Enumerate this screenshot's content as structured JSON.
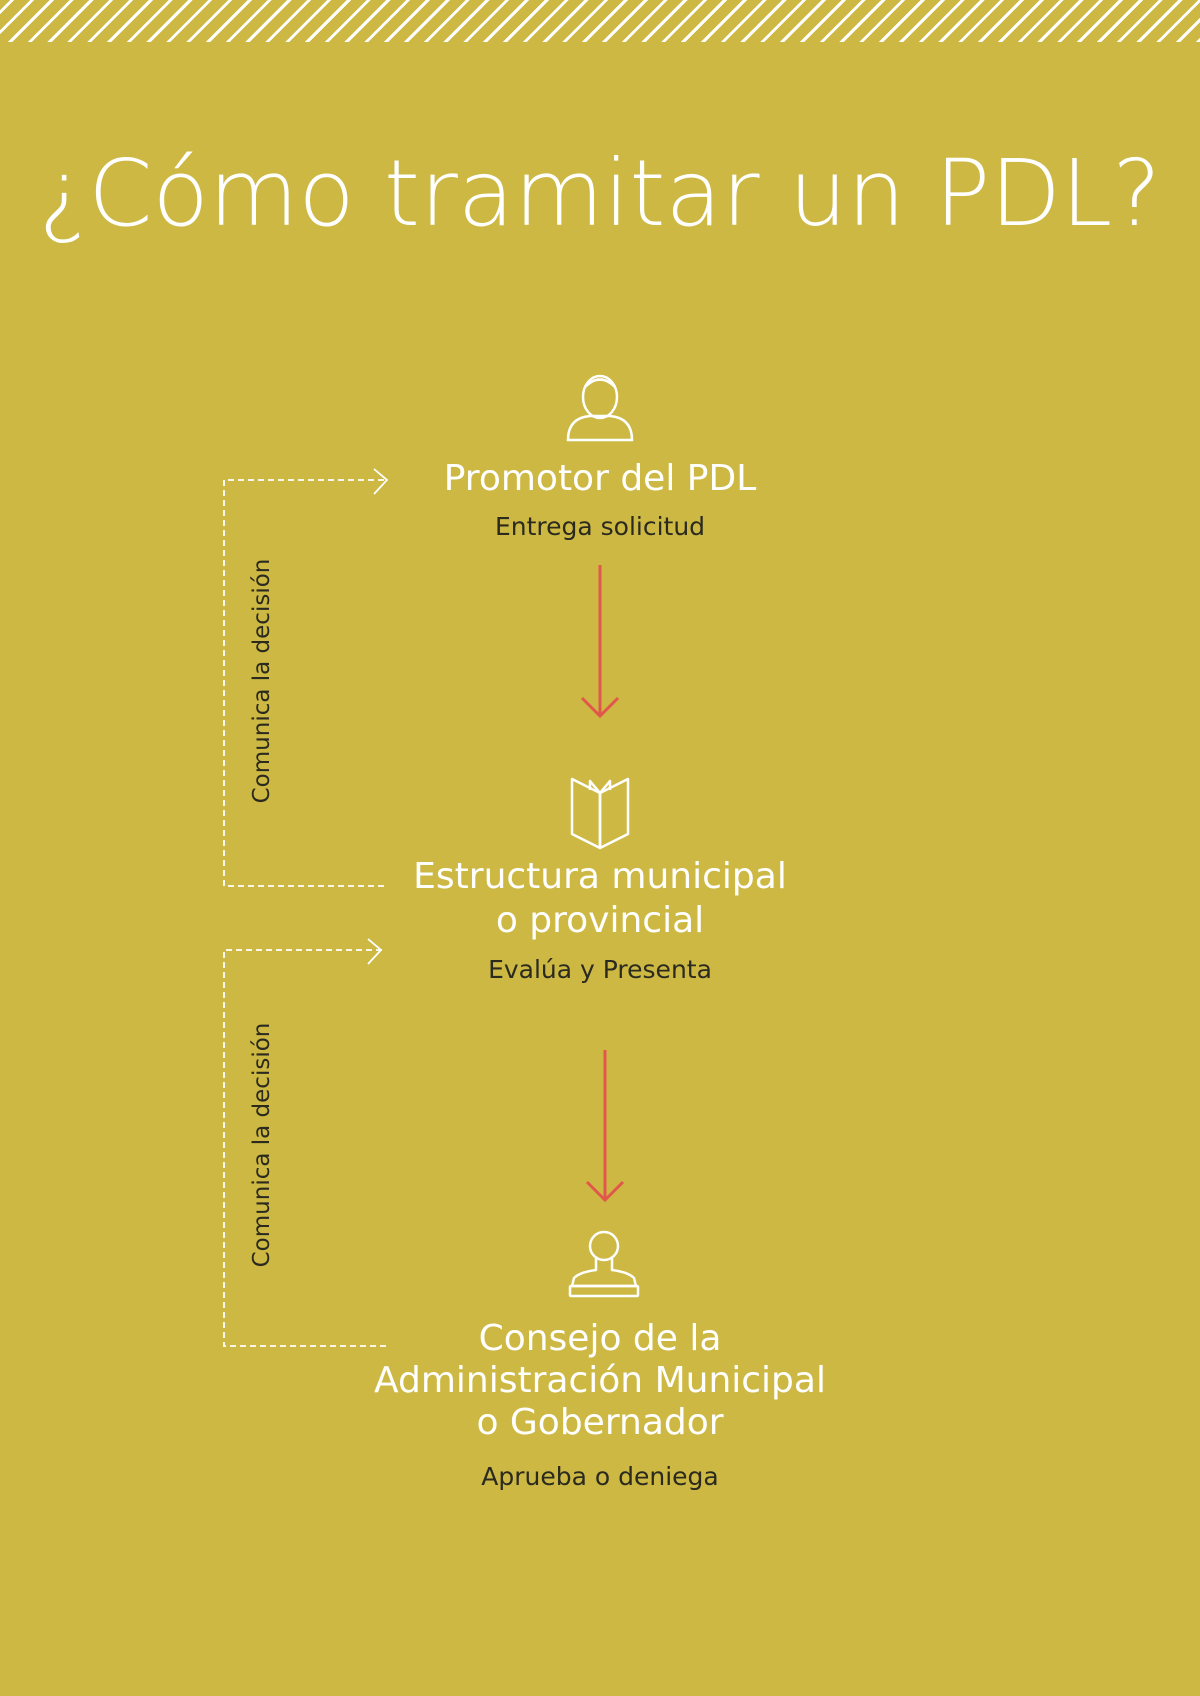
{
  "title": "¿Cómo tramitar un PDL?",
  "steps": [
    {
      "icon": "person-icon",
      "title": "Promotor del PDL",
      "subtitle": "Entrega solicitud"
    },
    {
      "icon": "open-book-icon",
      "title_line1": "Estructura municipal",
      "title_line2": "o provincial",
      "subtitle": "Evalúa y Presenta"
    },
    {
      "icon": "stamp-icon",
      "title_line1": "Consejo de la",
      "title_line2": "Administración Municipal",
      "title_line3": "o Gobernador",
      "subtitle": "Aprueba o deniega"
    }
  ],
  "feedback": [
    {
      "label": "Comunica la decisión"
    },
    {
      "label": "Comunica la decisión"
    }
  ],
  "colors": {
    "background": "#cdb843",
    "text_light": "#ffffff",
    "text_dark": "#2b2a1f",
    "arrow": "#e2574c"
  }
}
